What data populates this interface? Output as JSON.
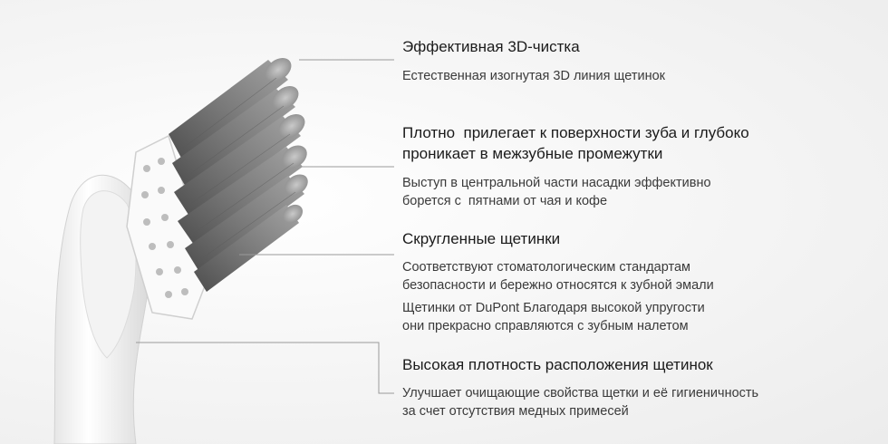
{
  "features": [
    {
      "title": "Эффективная 3D-чистка",
      "description": "Естественная изогнутая 3D линия щетинок"
    },
    {
      "title": "Плотно  прилегает к поверхности зуба и глубоко\nпроникает в межзубные промежутки",
      "description": "Выступ в центральной части насадки эффективно\nборется с  пятнами от чая и кофе"
    },
    {
      "title": "Скругленные щетинки",
      "description": "Соответствуют стоматологическим стандартам\nбезопасности и бережно относятся к зубной эмали",
      "description_extra": "Щетинки от DuPont Благодаря высокой упругости\nони прекрасно справляются с зубным налетом"
    },
    {
      "title": "Высокая плотность расположения щетинок",
      "description": "Улучшает очищающие свойства щетки и её гигиеничность\nза счет отсутствия медных примесей"
    }
  ],
  "colors": {
    "background": "#efefef",
    "text": "#1b1b1b",
    "line": "#9a9a9a",
    "bristle": "#6e6e6e"
  }
}
